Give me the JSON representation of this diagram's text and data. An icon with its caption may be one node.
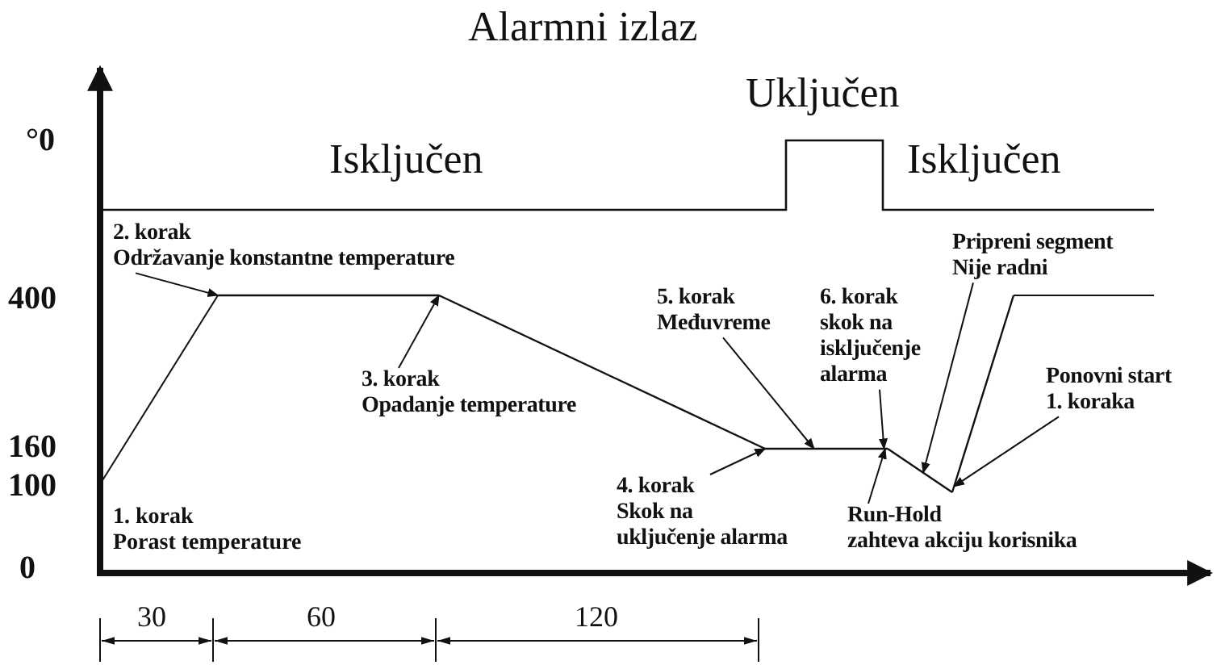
{
  "diagram": {
    "title": "Alarmni izlaz",
    "nodes": [
      {
        "text": [
          "Pripreni segment Nije radni"
        ]
      },
      {
        "text": [
          "2. korak Održavanje konstantne temperature"
        ]
      },
      {
        "text": [
          "5. korak Međuvreme"
        ]
      },
      {
        "text": [
          "6. korak skok na isključenje alarma"
        ]
      },
      {
        "text": [
          "3. korak Opadanje temperature"
        ]
      },
      {
        "text": [
          "Ponovni start 1. koraka"
        ]
      },
      {
        "text": [
          "4. korak Skok na uključenje alarma"
        ]
      },
      {
        "text": [
          "Run-Hold zahteva akciju korisnika"
        ]
      },
      {
        "text": [],
        "shape": "line"
      },
      {
        "text": [],
        "shape": "line"
      },
      {
        "text": [],
        "shape": "line"
      },
      {
        "text": [],
        "shape": "line"
      },
      {
        "text": [],
        "shape": "line"
      }
    ],
    "edges": [
      {
        "from": 0,
        "to": 11,
        "arrow": "to"
      },
      {
        "from": 1,
        "to": 8,
        "arrow": "to"
      },
      {
        "from": 2,
        "to": 10,
        "arrow": "to"
      },
      {
        "from": 3,
        "to": 10,
        "arrow": "to"
      },
      {
        "from": 4,
        "to": 9,
        "arrow": "to"
      },
      {
        "from": 5,
        "to": 12,
        "arrow": "to"
      },
      {
        "from": 6,
        "to": 10,
        "arrow": "to"
      },
      {
        "from": 7,
        "to": 10,
        "arrow": "to"
      }
    ],
    "labels": [
      "Uključen",
      "Isključen",
      "Isključen",
      "°0",
      "400",
      "160",
      "100",
      "1. korak Porast temperature",
      "0",
      "30",
      "60",
      "120"
    ]
  }
}
